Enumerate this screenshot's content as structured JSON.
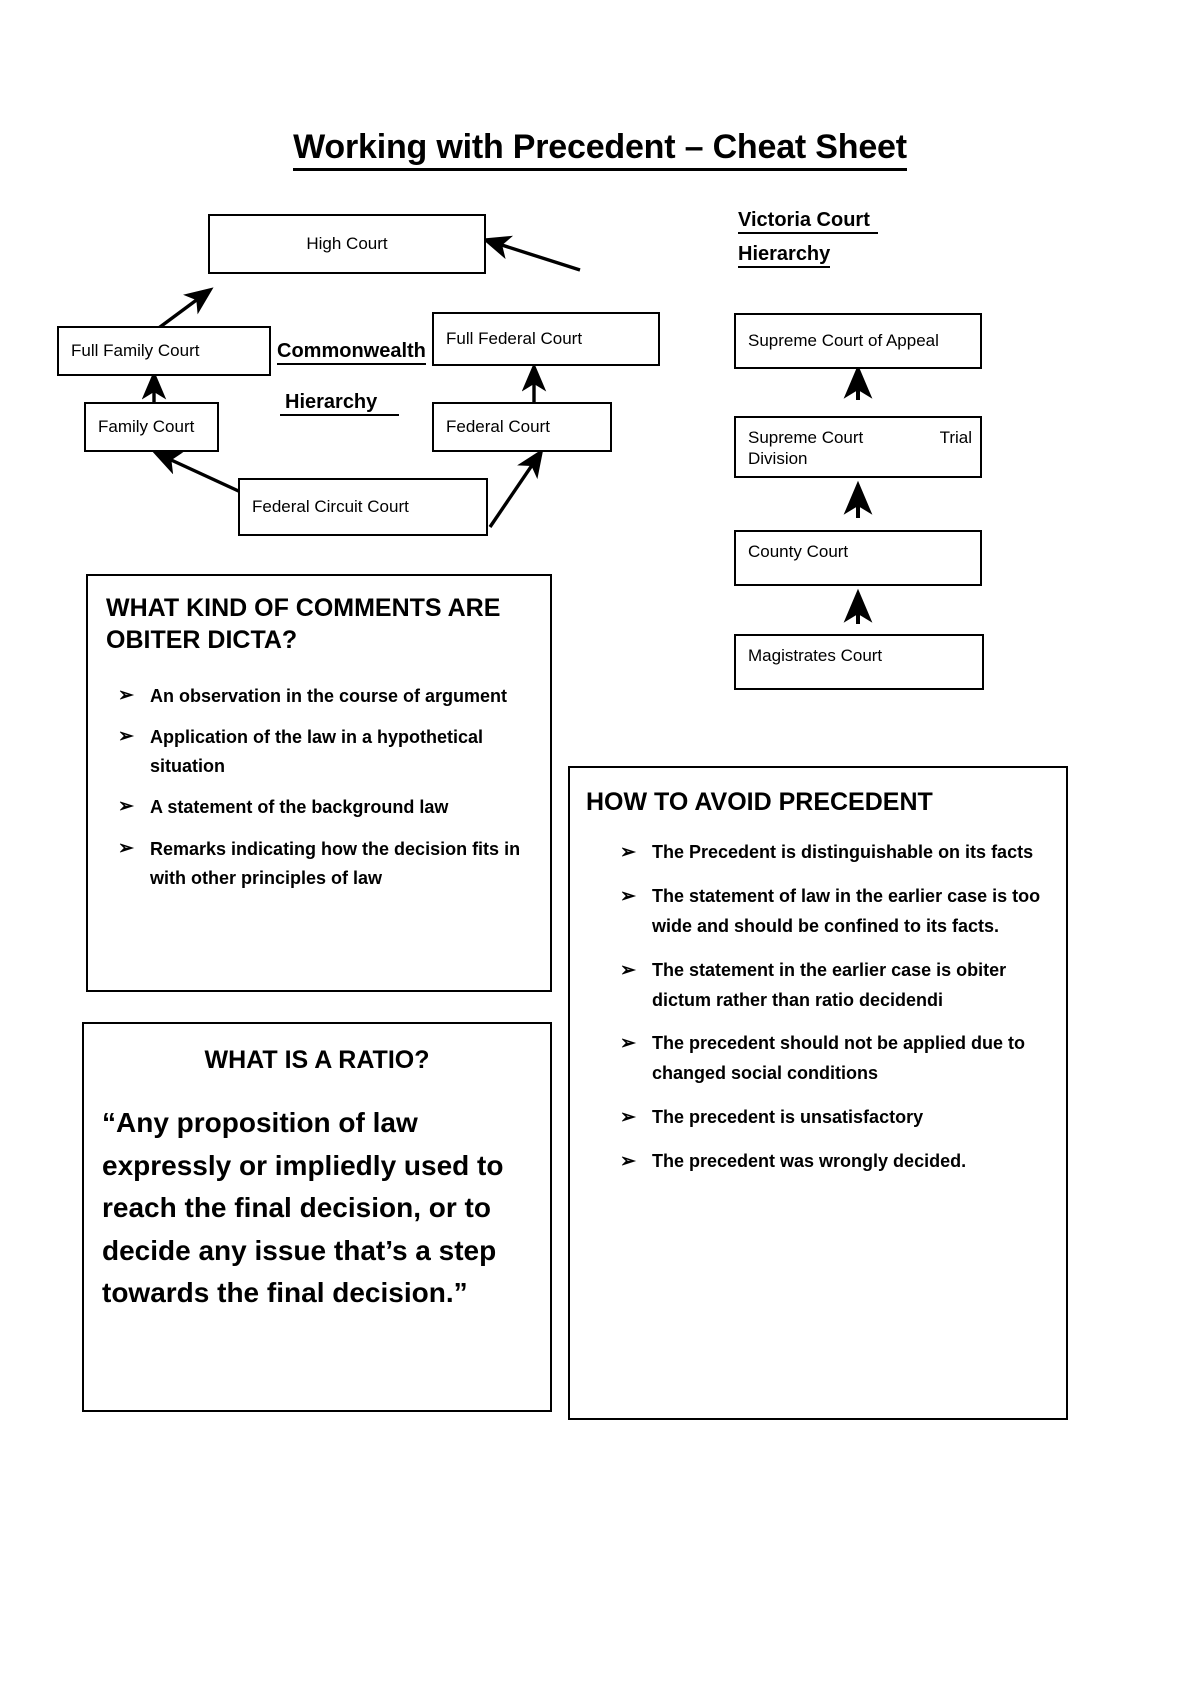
{
  "document": {
    "title": "Working with Precedent – Cheat Sheet"
  },
  "commonwealth_hierarchy": {
    "heading_line1": "Commonwealth",
    "heading_line2": "Hierarchy",
    "boxes": {
      "high_court": "High Court",
      "full_family_court": "Full Family Court",
      "family_court": "Family Court",
      "full_federal_court": "Full Federal Court",
      "federal_court": "Federal Court",
      "federal_circuit_court": "Federal Circuit Court"
    }
  },
  "victoria_hierarchy": {
    "heading_line1": "Victoria Court",
    "heading_line2": "Hierarchy",
    "boxes": {
      "supreme_court_of_appeal": "Supreme Court of Appeal",
      "supreme_court_trial": "Supreme Court",
      "supreme_court_trial_right": "Trial",
      "supreme_court_trial_line2": "Division",
      "county_court": "County Court",
      "magistrates_court": "Magistrates Court"
    }
  },
  "obiter_panel": {
    "title_line1": "WHAT KIND OF COMMENTS ARE",
    "title_line2": "OBITER DICTA?",
    "bullet_glyph": "➢",
    "items": [
      "An observation in the course of argument",
      "Application of the law in a hypothetical situation",
      "A statement of the background law",
      "Remarks indicating how the decision fits in with other principles of law"
    ]
  },
  "ratio_panel": {
    "title": "WHAT IS A RATIO?",
    "quote": "“Any proposition of law expressly or impliedly used to reach the final decision, or to decide any issue that’s a step towards the final decision.”"
  },
  "avoid_panel": {
    "title": "HOW TO AVOID PRECEDENT",
    "bullet_glyph": "➢",
    "items": [
      "The Precedent is distinguishable on its facts",
      "The statement of law in the earlier case is too wide and should be confined to its facts.",
      "The statement in the earlier case is obiter dictum rather than ratio decidendi",
      "The precedent should not be applied due to changed social conditions",
      " The precedent is unsatisfactory",
      "The precedent was wrongly decided."
    ]
  }
}
